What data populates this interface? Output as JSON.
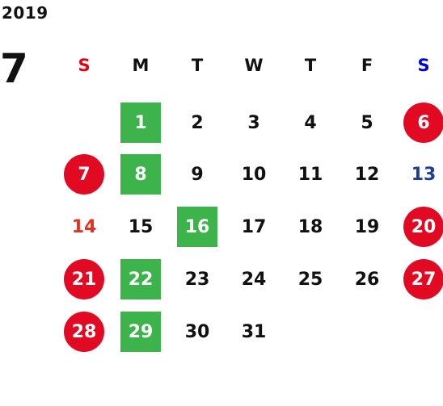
{
  "calendar": {
    "year": "2019",
    "month": "7",
    "weekdays": [
      "S",
      "M",
      "T",
      "W",
      "T",
      "F",
      "S"
    ],
    "days": [
      "1",
      "2",
      "3",
      "4",
      "5",
      "6",
      "7",
      "8",
      "9",
      "10",
      "11",
      "12",
      "13",
      "14",
      "15",
      "16",
      "17",
      "18",
      "19",
      "20",
      "21",
      "22",
      "23",
      "24",
      "25",
      "26",
      "27",
      "28",
      "29",
      "30",
      "31"
    ]
  },
  "colors": {
    "holiday_red": "#e20a22",
    "highlight_green": "#3cb44b",
    "saturday_blue": "#1c3f94",
    "sunday_red_text": "#e8301f"
  }
}
